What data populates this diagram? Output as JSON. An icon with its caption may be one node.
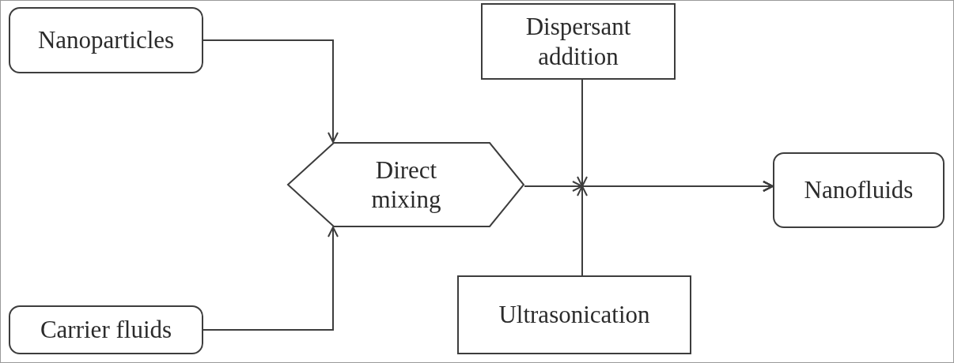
{
  "diagram": {
    "nodes": [
      {
        "text": [
          "Nanoparticles"
        ]
      },
      {
        "text": [
          "Carrier fluids"
        ]
      },
      {
        "text": [
          "Direct mixing"
        ]
      },
      {
        "text": [
          "Dispersant addition"
        ]
      },
      {
        "text": [
          "Ultrasonication"
        ]
      },
      {
        "text": [
          "Nanofluids"
        ]
      }
    ],
    "edges": [
      {
        "from": 0,
        "to": 2,
        "arrow": "to"
      },
      {
        "from": 1,
        "to": 2,
        "arrow": "to"
      },
      {
        "from": 2,
        "to": 5,
        "arrow": "to"
      },
      {
        "from": 3,
        "to": 5,
        "arrow": "to"
      },
      {
        "from": 4,
        "to": 5,
        "arrow": "to"
      }
    ]
  }
}
